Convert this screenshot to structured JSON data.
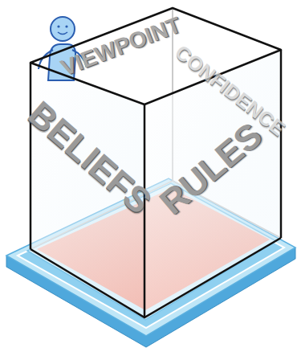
{
  "diagram": {
    "labels": [
      "VIEWPOINT",
      "CONFIDENCE",
      "BELIEFS",
      "RULES"
    ]
  }
}
